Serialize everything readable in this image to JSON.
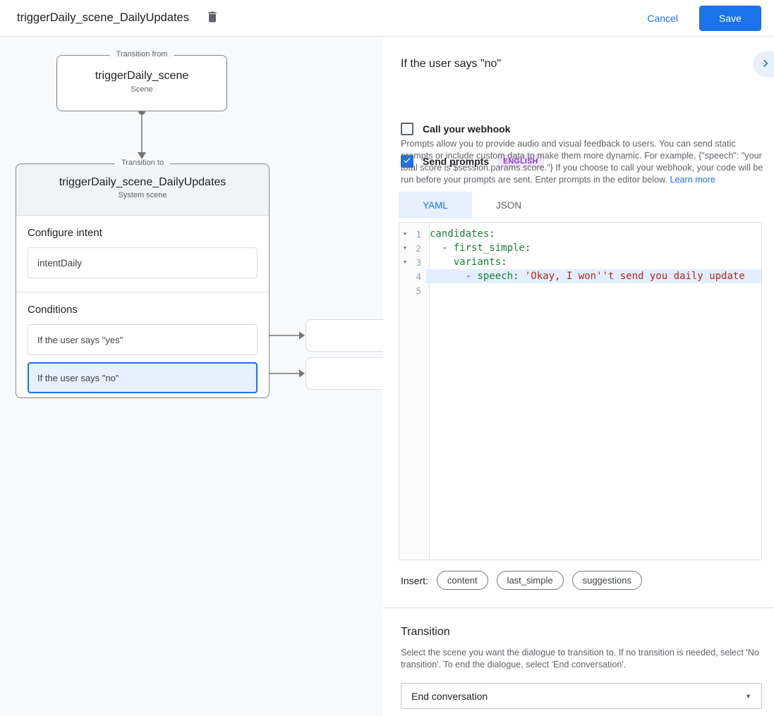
{
  "header": {
    "title": "triggerDaily_scene_DailyUpdates",
    "cancel_label": "Cancel",
    "save_label": "Save"
  },
  "diagram": {
    "from_box": {
      "legend": "Transition from",
      "title": "triggerDaily_scene",
      "subtitle": "Scene"
    },
    "to_box": {
      "legend": "Transition to",
      "title": "triggerDaily_scene_DailyUpdates",
      "subtitle": "System scene",
      "intent_label": "Configure intent",
      "intent_value": "intentDaily",
      "conditions_label": "Conditions",
      "conditions": [
        {
          "label": "If the user says \"yes\"",
          "selected": false
        },
        {
          "label": "If the user says \"no\"",
          "selected": true
        }
      ]
    }
  },
  "panel": {
    "title": "If the user says \"no\"",
    "collapse_icon": "chevron-right-icon",
    "webhook": {
      "label": "Call your webhook",
      "checked": false
    },
    "prompts": {
      "label": "Send prompts",
      "checked": true,
      "badge": "ENGLISH"
    },
    "description": {
      "text": "Prompts allow you to provide audio and visual feedback to users. You can send static prompts or include custom data to make them more dynamic. For example, {\"speech\": \"your total score is $session.params.score.\"} If you choose to call your webhook, your code will be run before your prompts are sent. Enter prompts in the editor below. ",
      "link_label": "Learn more"
    },
    "tabs": [
      {
        "label": "YAML",
        "active": true
      },
      {
        "label": "JSON",
        "active": false
      }
    ],
    "editor": {
      "lines": [
        {
          "num": 1,
          "fold": true,
          "highlight": false,
          "segments": [
            {
              "t": "candidates",
              "s": "key"
            },
            {
              "t": ":",
              "s": "plain"
            }
          ]
        },
        {
          "num": 2,
          "fold": true,
          "highlight": false,
          "segments": [
            {
              "t": "  - ",
              "s": "plain"
            },
            {
              "t": "first_simple",
              "s": "key"
            },
            {
              "t": ":",
              "s": "plain"
            }
          ]
        },
        {
          "num": 3,
          "fold": true,
          "highlight": false,
          "segments": [
            {
              "t": "    ",
              "s": "plain"
            },
            {
              "t": "variants",
              "s": "key"
            },
            {
              "t": ":",
              "s": "plain"
            }
          ]
        },
        {
          "num": 4,
          "fold": false,
          "highlight": true,
          "segments": [
            {
              "t": "      - ",
              "s": "plain"
            },
            {
              "t": "speech",
              "s": "key"
            },
            {
              "t": ": ",
              "s": "plain"
            },
            {
              "t": "'Okay, I won''t send you daily update",
              "s": "string"
            }
          ]
        },
        {
          "num": 5,
          "fold": false,
          "highlight": false,
          "segments": []
        }
      ]
    },
    "insert": {
      "label": "Insert:",
      "chips": [
        "content",
        "last_simple",
        "suggestions"
      ]
    },
    "transition": {
      "title": "Transition",
      "description": "Select the scene you want the dialogue to transition to. If no transition is needed, select 'No transition'. To end the dialogue, select 'End conversation'.",
      "dropdown_value": "End conversation"
    }
  },
  "colors": {
    "accent_blue": "#1a73e8",
    "selection_blue": "#e8f0fe",
    "code_key_green": "#188038",
    "code_string_red": "#b3261e",
    "code_plain": "#444444",
    "badge_purple": "#8430ce"
  }
}
